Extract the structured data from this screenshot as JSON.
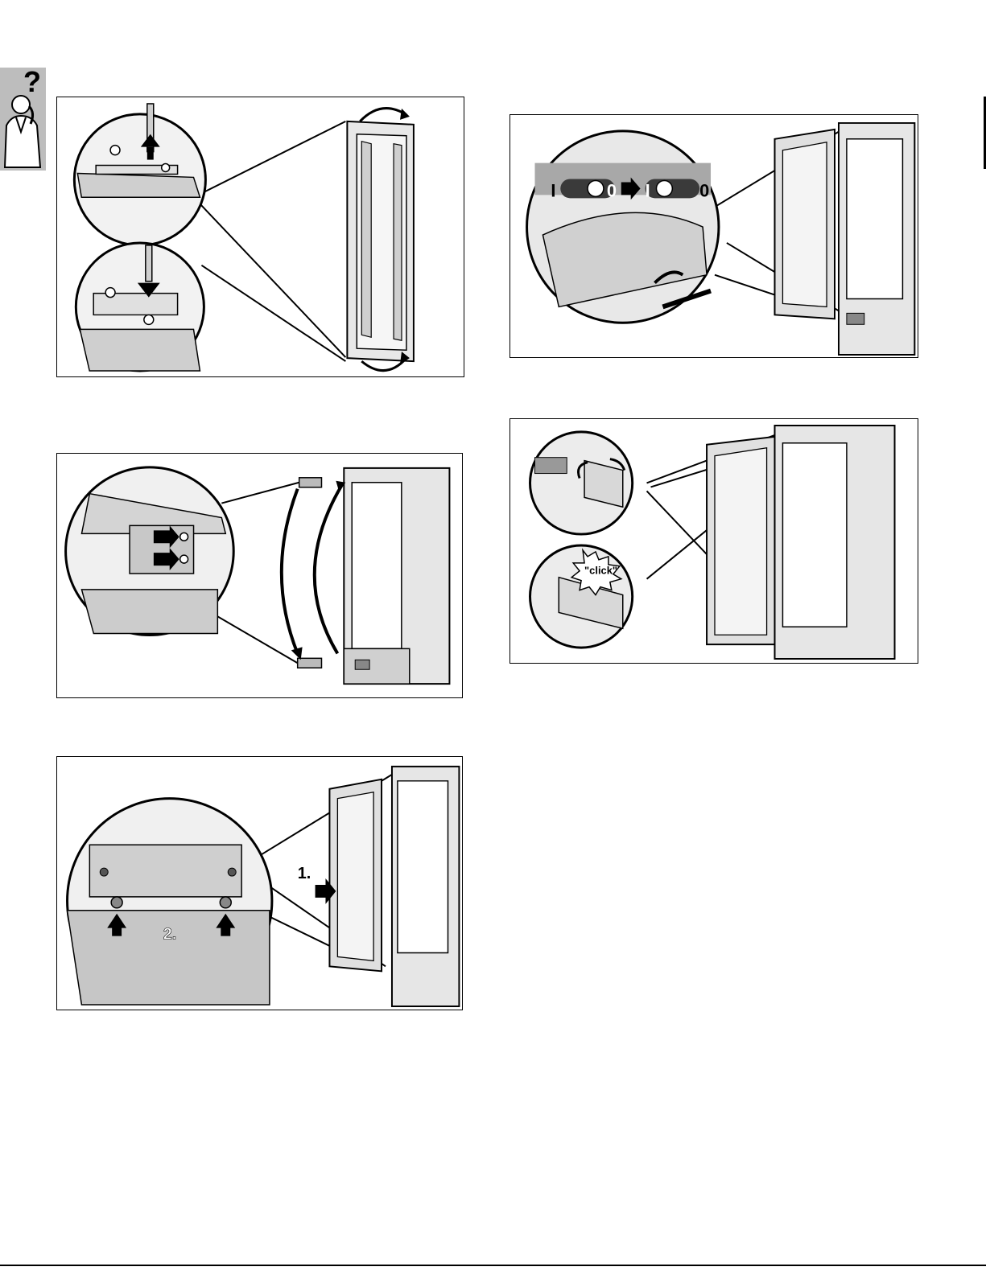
{
  "header": {
    "help_icon": "question-person-icon"
  },
  "figures": {
    "fig4": {
      "left_marks": [
        "I",
        "0"
      ],
      "right_marks": [
        "I",
        "0"
      ]
    },
    "fig5": {
      "click_label": "\"click\""
    },
    "fig3": {
      "step1_label": "1.",
      "step2_label": "2."
    }
  }
}
